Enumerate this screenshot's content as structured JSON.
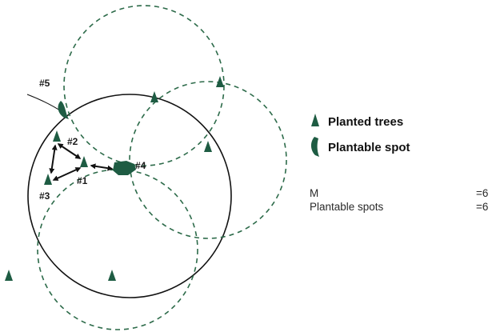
{
  "colors": {
    "tree": "#1e5c43",
    "zone_outline": "#2d6b4a",
    "main_circle": "#111111",
    "arrow": "#111111",
    "text": "#111111"
  },
  "spot_labels": {
    "s1": "#1",
    "s2": "#2",
    "s3": "#3",
    "s4": "#4",
    "s5": "#5"
  },
  "legend": {
    "planted_trees": "Planted trees",
    "plantable_spot": "Plantable spot",
    "planted_trees_icon": "green-triangle-icon",
    "plantable_spot_icon": "green-leaf-blob-icon"
  },
  "stats": [
    {
      "label": "M",
      "value": "=6"
    },
    {
      "label": "Plantable spots",
      "value": "=6"
    }
  ]
}
